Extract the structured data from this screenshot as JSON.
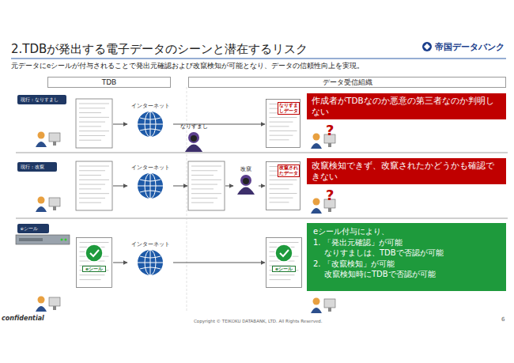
{
  "diagram": {
    "title": "2.TDBが発出する電子データのシーンと潜在するリスク",
    "nodes": [
      {
        "text": [
          "TDB"
        ]
      },
      {
        "text": [
          "データ受信組織"
        ]
      },
      {
        "text": [
          "現行：なりすまし"
        ]
      },
      {
        "text": [
          "インターネット"
        ]
      },
      {
        "text": [
          "なりすまし"
        ]
      },
      {
        "text": [
          "なりすましデータ"
        ]
      },
      {
        "text": [
          "作成者がTDBなのか悪意の第三者なのか判明しない"
        ]
      },
      {
        "text": [
          "現行：改竄"
        ]
      },
      {
        "text": [
          "インターネット"
        ]
      },
      {
        "text": [
          "改竄"
        ]
      },
      {
        "text": [
          "改竄されたデータ"
        ]
      },
      {
        "text": [
          "改竄検知できず、改竄されたかどうかも確認できない"
        ]
      },
      {
        "text": [
          "eシール"
        ]
      },
      {
        "text": [
          "eシール"
        ]
      },
      {
        "text": [
          "インターネット"
        ]
      },
      {
        "text": [
          "eシール"
        ]
      },
      {
        "text": [
          "eシール付与により、",
          "1. 「発出元確認」が可能",
          "なりすましは、TDBで否認が可能",
          "2. 「改竄検知」が可能",
          "改竄検知時にTDBで否認が可能"
        ]
      }
    ],
    "edges": [
      {
        "from": 3,
        "to": 5,
        "arrow": "to"
      },
      {
        "from": 9,
        "to": 10,
        "arrow": "to"
      },
      {
        "from": 13,
        "to": 14,
        "arrow": "to"
      },
      {
        "from": 14,
        "to": 15,
        "arrow": "to"
      }
    ],
    "labels": [
      "元データにeシールが付与されることで発出元確認および改竄検知が可能となり、データの信頼性向上を実現。",
      "帝国データバンク",
      "?",
      "?",
      "confidential",
      "Copyright © TEIKOKU DATABANK, LTD. All Rights Reserved.",
      "6"
    ]
  }
}
